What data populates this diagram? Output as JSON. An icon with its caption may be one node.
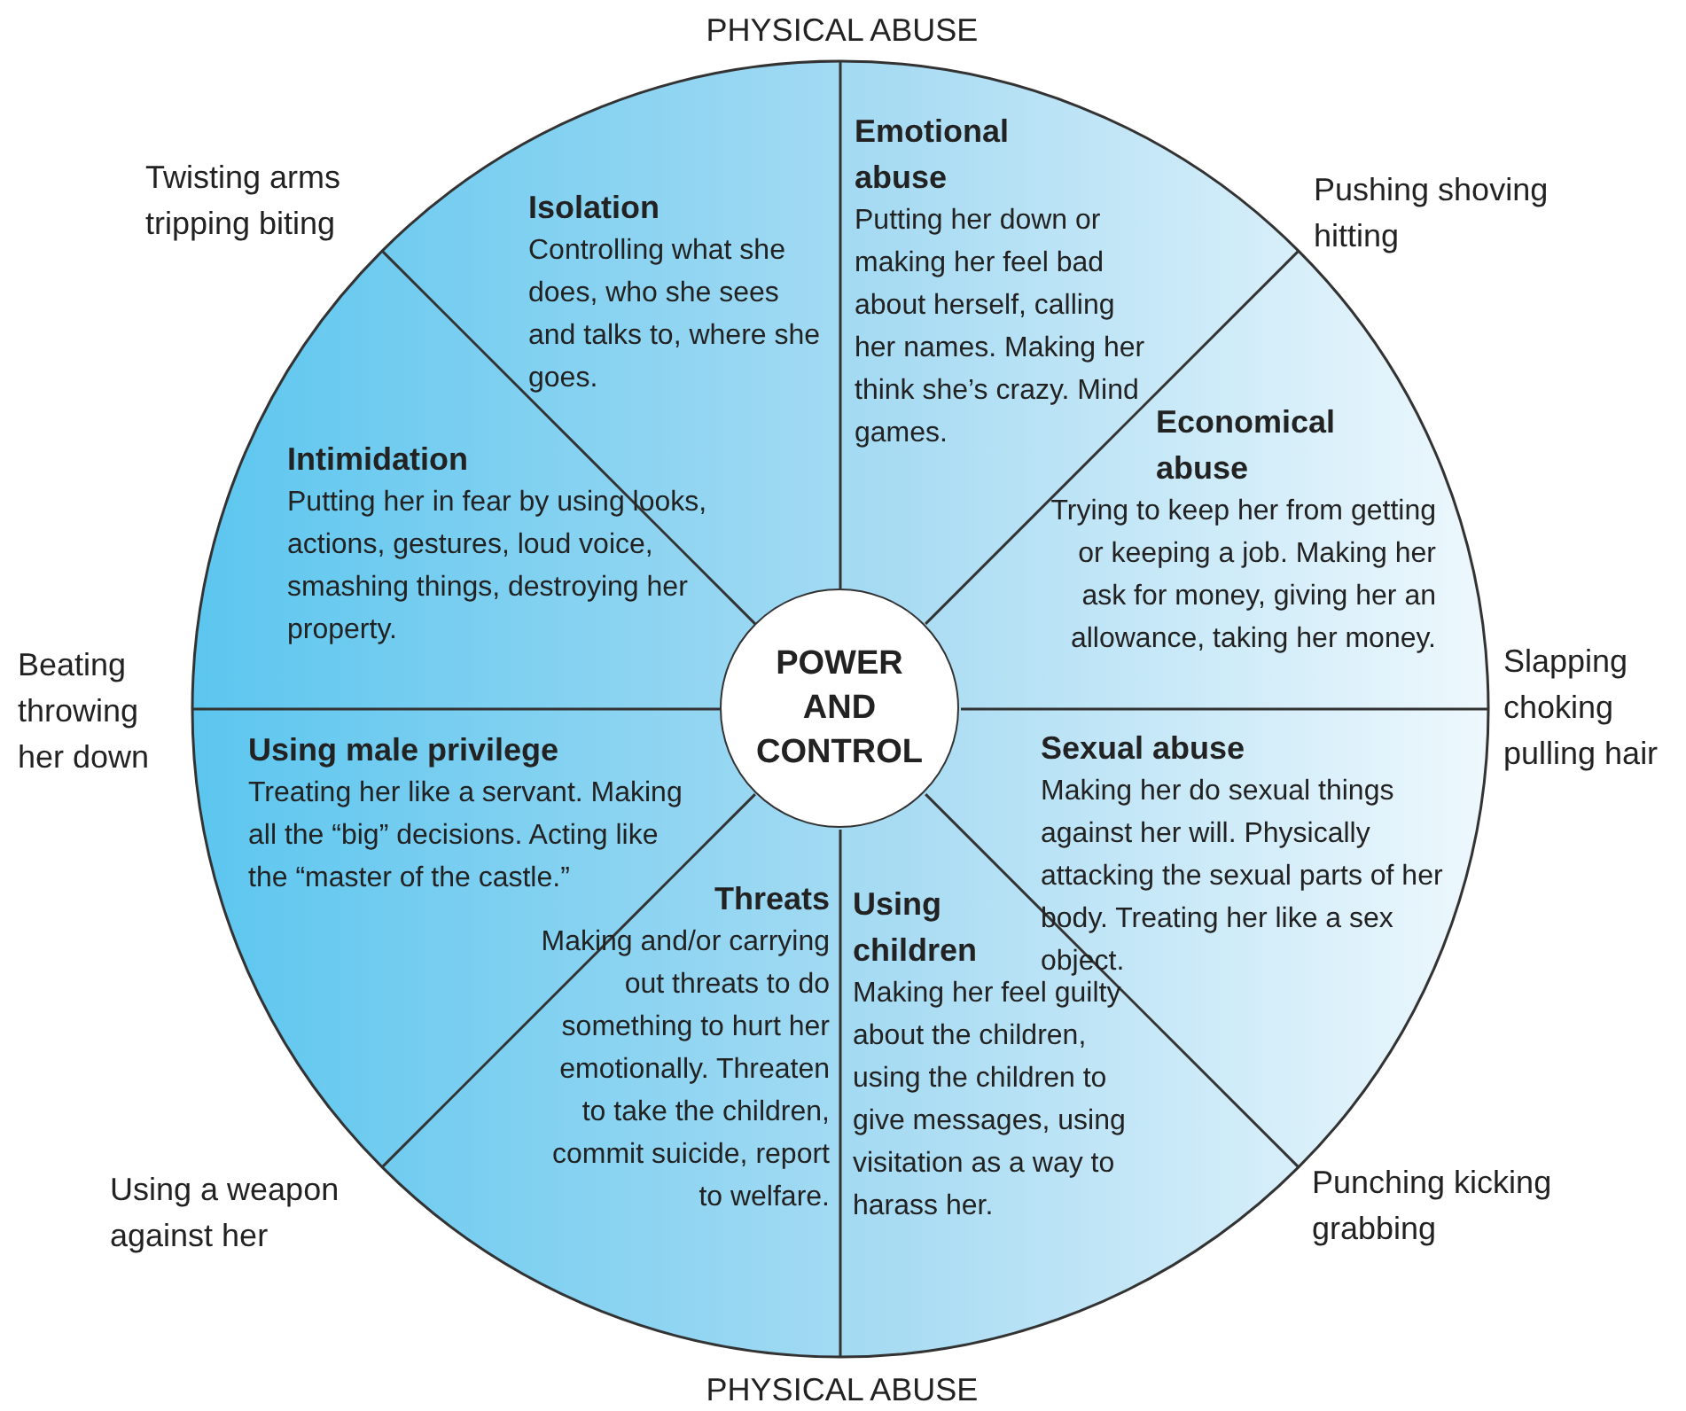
{
  "diagram": {
    "nodes": [
      {
        "text": [],
        "shape": "circle"
      },
      {
        "text": [
          "Isolation",
          "Controlling what she does, who she sees and talks to, where she goes."
        ],
        "in": 0
      },
      {
        "text": [
          "Emotional abuse",
          "Putting her down or making her feel bad about herself, calling her names. Making her think she’s crazy. Mind games."
        ],
        "in": 0
      },
      {
        "text": [
          "Intimidation",
          "Putting her in fear by using looks, actions, gestures, loud voice, smashing things, destroying her property."
        ],
        "in": 0
      },
      {
        "text": [
          "Economical abuse",
          "Trying to keep her from getting or keeping a job. Making her ask for money, giving her an allowance, taking her money."
        ],
        "in": 0
      },
      {
        "text": [
          "POWER AND CONTROL"
        ],
        "in": 0
      },
      {
        "text": [
          "Using male privilege",
          "Treating her like a servant. Making all the “big” decisions. Acting like the “master of the castle.”"
        ],
        "in": 0
      },
      {
        "text": [
          "Sexual abuse",
          "Making her do sexual things against her will. Physically attacking the sexual parts of her body. Treating her like a sex object."
        ],
        "in": 0
      },
      {
        "text": [
          "Threats",
          "Making and/or carrying out threats to do something to hurt her emotionally. Threaten to take the children, commit suicide, report to welfare."
        ],
        "in": 0
      },
      {
        "text": [
          "Using children",
          "Making her feel guilty about the children, using the children to give messages, using visitation as a way to harass her."
        ],
        "in": 0
      }
    ],
    "labels": [
      "PHYSICAL ABUSE",
      "Twisting arms tripping biting",
      "Pushing shoving hitting",
      "Beating throwing her down",
      "Slapping choking pulling hair",
      "Using a weapon against her",
      "Punching kicking grabbing",
      "PHYSICAL ABUSE"
    ]
  }
}
